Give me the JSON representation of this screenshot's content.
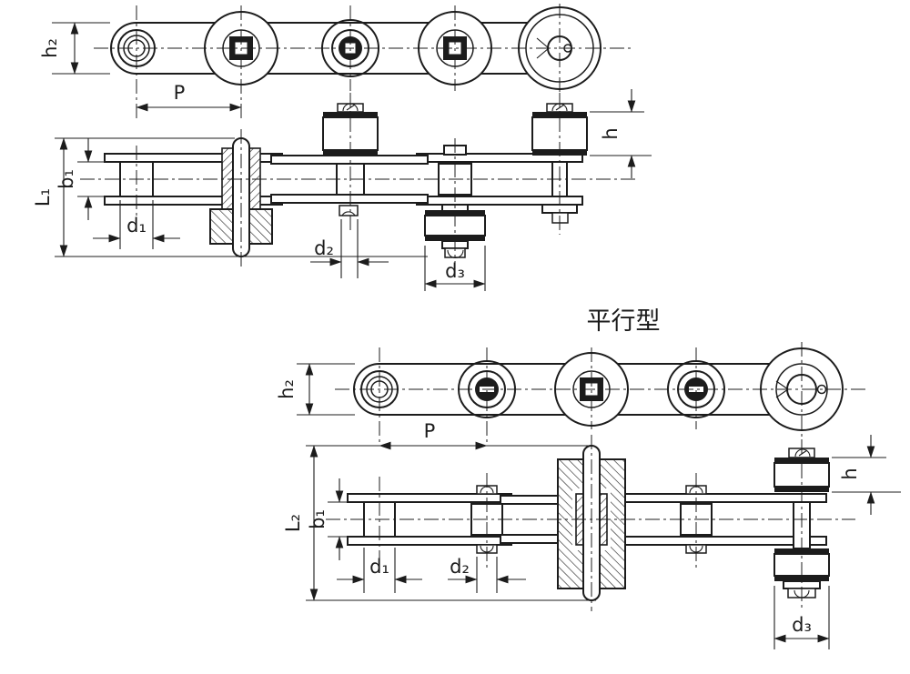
{
  "title": {
    "text": "平行型"
  },
  "colors": {
    "line": "#1c1c1c",
    "background": "#ffffff"
  },
  "top_assembly": {
    "plan": {
      "h2": "h₂",
      "pitch": "P"
    },
    "elevation": {
      "L1": "L₁",
      "b1": "b₁",
      "d1": "d₁",
      "d2": "d₂",
      "d3": "d₃",
      "h": "h"
    }
  },
  "bottom_assembly": {
    "plan": {
      "h2": "h₂",
      "pitch": "P"
    },
    "elevation": {
      "L2": "L₂",
      "b1": "b₁",
      "d1": "d₁",
      "d2": "d₂",
      "d3": "d₃",
      "h": "h"
    }
  }
}
